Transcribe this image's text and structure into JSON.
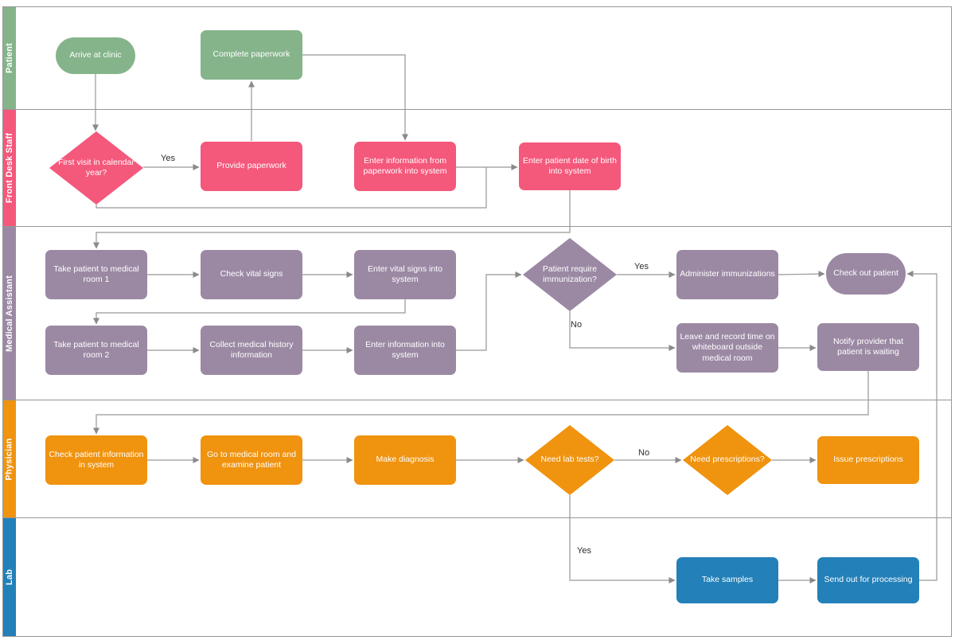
{
  "diagram": {
    "kind": "swimlane-flowchart"
  },
  "lanes": [
    {
      "name": "Patient",
      "color": "#85B48A"
    },
    {
      "name": "Front Desk Staff",
      "color": "#F4587B"
    },
    {
      "name": "Medical Assistant",
      "color": "#9B89A4"
    },
    {
      "name": "Physician",
      "color": "#F0930F"
    },
    {
      "name": "Lab",
      "color": "#2380B8"
    }
  ],
  "nodes": [
    {
      "id": "arrive-at-clinic",
      "lane": 0,
      "shape": "stadium",
      "label": "Arrive at clinic"
    },
    {
      "id": "complete-paperwork",
      "lane": 0,
      "shape": "rect",
      "label": "Complete paperwork"
    },
    {
      "id": "first-visit-decision",
      "lane": 1,
      "shape": "diamond",
      "label": "First visit in calendar year?"
    },
    {
      "id": "provide-paperwork",
      "lane": 1,
      "shape": "rect",
      "label": "Provide paperwork"
    },
    {
      "id": "enter-paperwork-info",
      "lane": 1,
      "shape": "rect",
      "label": "Enter information from paperwork into system"
    },
    {
      "id": "enter-dob",
      "lane": 1,
      "shape": "rect",
      "label": "Enter patient date of birth into system"
    },
    {
      "id": "take-to-room-1",
      "lane": 2,
      "shape": "rect",
      "label": "Take patient to medical room 1"
    },
    {
      "id": "check-vital-signs",
      "lane": 2,
      "shape": "rect",
      "label": "Check vital signs"
    },
    {
      "id": "enter-vital-signs",
      "lane": 2,
      "shape": "rect",
      "label": "Enter vital signs into system"
    },
    {
      "id": "immunization-decision",
      "lane": 2,
      "shape": "diamond",
      "label": "Patient require immunization?"
    },
    {
      "id": "administer-immunizations",
      "lane": 2,
      "shape": "rect",
      "label": "Administer immunizations"
    },
    {
      "id": "check-out-patient",
      "lane": 2,
      "shape": "stadium",
      "label": "Check out patient"
    },
    {
      "id": "take-to-room-2",
      "lane": 2,
      "shape": "rect",
      "label": "Take patient to medical room 2"
    },
    {
      "id": "collect-medical-history",
      "lane": 2,
      "shape": "rect",
      "label": "Collect medical history information"
    },
    {
      "id": "enter-info-into-system",
      "lane": 2,
      "shape": "rect",
      "label": "Enter information into system"
    },
    {
      "id": "leave-and-record-time",
      "lane": 2,
      "shape": "rect",
      "label": "Leave and record time on whiteboard outside medical room"
    },
    {
      "id": "notify-provider",
      "lane": 2,
      "shape": "rect",
      "label": "Notify provider that patient is waiting"
    },
    {
      "id": "check-patient-info",
      "lane": 3,
      "shape": "rect",
      "label": "Check patient information in system"
    },
    {
      "id": "go-examine-patient",
      "lane": 3,
      "shape": "rect",
      "label": "Go to medical room and examine patient"
    },
    {
      "id": "make-diagnosis",
      "lane": 3,
      "shape": "rect",
      "label": "Make diagnosis"
    },
    {
      "id": "lab-tests-decision",
      "lane": 3,
      "shape": "diamond",
      "label": "Need lab tests?"
    },
    {
      "id": "prescriptions-decision",
      "lane": 3,
      "shape": "diamond",
      "label": "Need prescriptions?"
    },
    {
      "id": "issue-prescriptions",
      "lane": 3,
      "shape": "rect",
      "label": "Issue prescriptions"
    },
    {
      "id": "take-samples",
      "lane": 4,
      "shape": "rect",
      "label": "Take samples"
    },
    {
      "id": "send-for-processing",
      "lane": 4,
      "shape": "rect",
      "label": "Send out for processing"
    }
  ],
  "edge_labels": [
    {
      "text": "Yes"
    },
    {
      "text": "Yes"
    },
    {
      "text": "No"
    },
    {
      "text": "No"
    },
    {
      "text": "Yes"
    }
  ],
  "colors": {
    "connector": "#979797",
    "arrowhead": "#8a8a8a",
    "lane_border": "#979797",
    "edge_label_text": "#2E2E2E",
    "node_text": "#FFFFFF",
    "background": "#FFFFFF"
  }
}
